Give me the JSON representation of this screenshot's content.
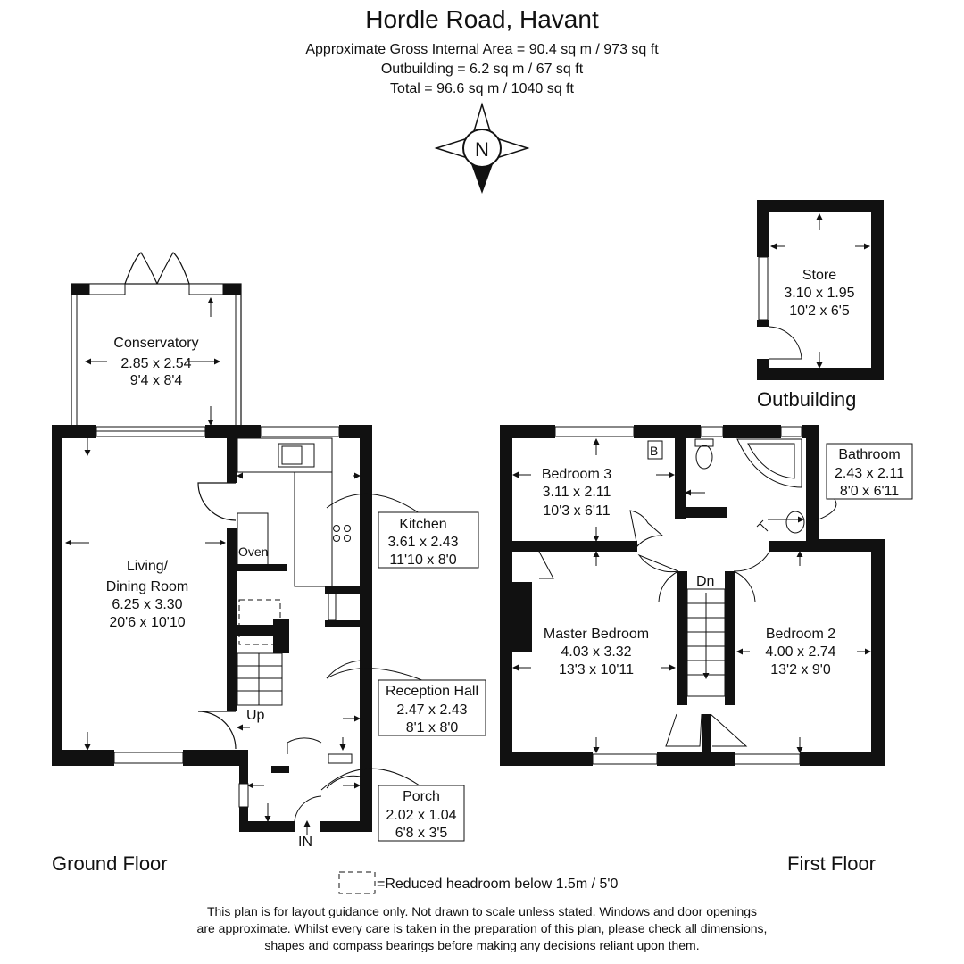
{
  "header": {
    "title": "Hordle Road, Havant",
    "line1": "Approximate Gross Internal Area = 90.4 sq m / 973 sq ft",
    "line2": "Outbuilding = 6.2 sq m / 67 sq ft",
    "line3": "Total = 96.6 sq m / 1040 sq ft"
  },
  "compass": {
    "letter": "N"
  },
  "floors": {
    "ground": "Ground Floor",
    "first": "First Floor",
    "outbuilding": "Outbuilding"
  },
  "rooms": {
    "conservatory": {
      "name": "Conservatory",
      "metric": "2.85 x 2.54",
      "imperial": "9'4 x 8'4"
    },
    "living": {
      "name1": "Living/",
      "name2": "Dining Room",
      "metric": "6.25 x 3.30",
      "imperial": "20'6 x 10'10"
    },
    "kitchen": {
      "name": "Kitchen",
      "metric": "3.61 x 2.43",
      "imperial": "11'10 x 8'0"
    },
    "hall": {
      "name": "Reception Hall",
      "metric": "2.47 x 2.43",
      "imperial": "8'1 x 8'0"
    },
    "porch": {
      "name": "Porch",
      "metric": "2.02 x 1.04",
      "imperial": "6'8 x 3'5"
    },
    "bedroom3": {
      "name": "Bedroom 3",
      "metric": "3.11 x 2.11",
      "imperial": "10'3 x 6'11"
    },
    "bathroom": {
      "name": "Bathroom",
      "metric": "2.43 x 2.11",
      "imperial": "8'0 x 6'11"
    },
    "master": {
      "name": "Master Bedroom",
      "metric": "4.03 x 3.32",
      "imperial": "13'3 x 10'11"
    },
    "bedroom2": {
      "name": "Bedroom 2",
      "metric": "4.00 x 2.74",
      "imperial": "13'2 x 9'0"
    },
    "store": {
      "name": "Store",
      "metric": "3.10 x 1.95",
      "imperial": "10'2 x 6'5"
    }
  },
  "labels": {
    "oven": "Oven",
    "up": "Up",
    "dn": "Dn",
    "in": "IN",
    "boiler": "B"
  },
  "legend": {
    "text": "=Reduced headroom below 1.5m / 5'0"
  },
  "disclaimer": {
    "line1": "This plan is for layout guidance only. Not drawn to scale unless stated. Windows and door openings",
    "line2": "are approximate. Whilst every care is taken in the preparation of this plan, please check all dimensions,",
    "line3": "shapes and compass bearings before making any decisions reliant upon them."
  }
}
